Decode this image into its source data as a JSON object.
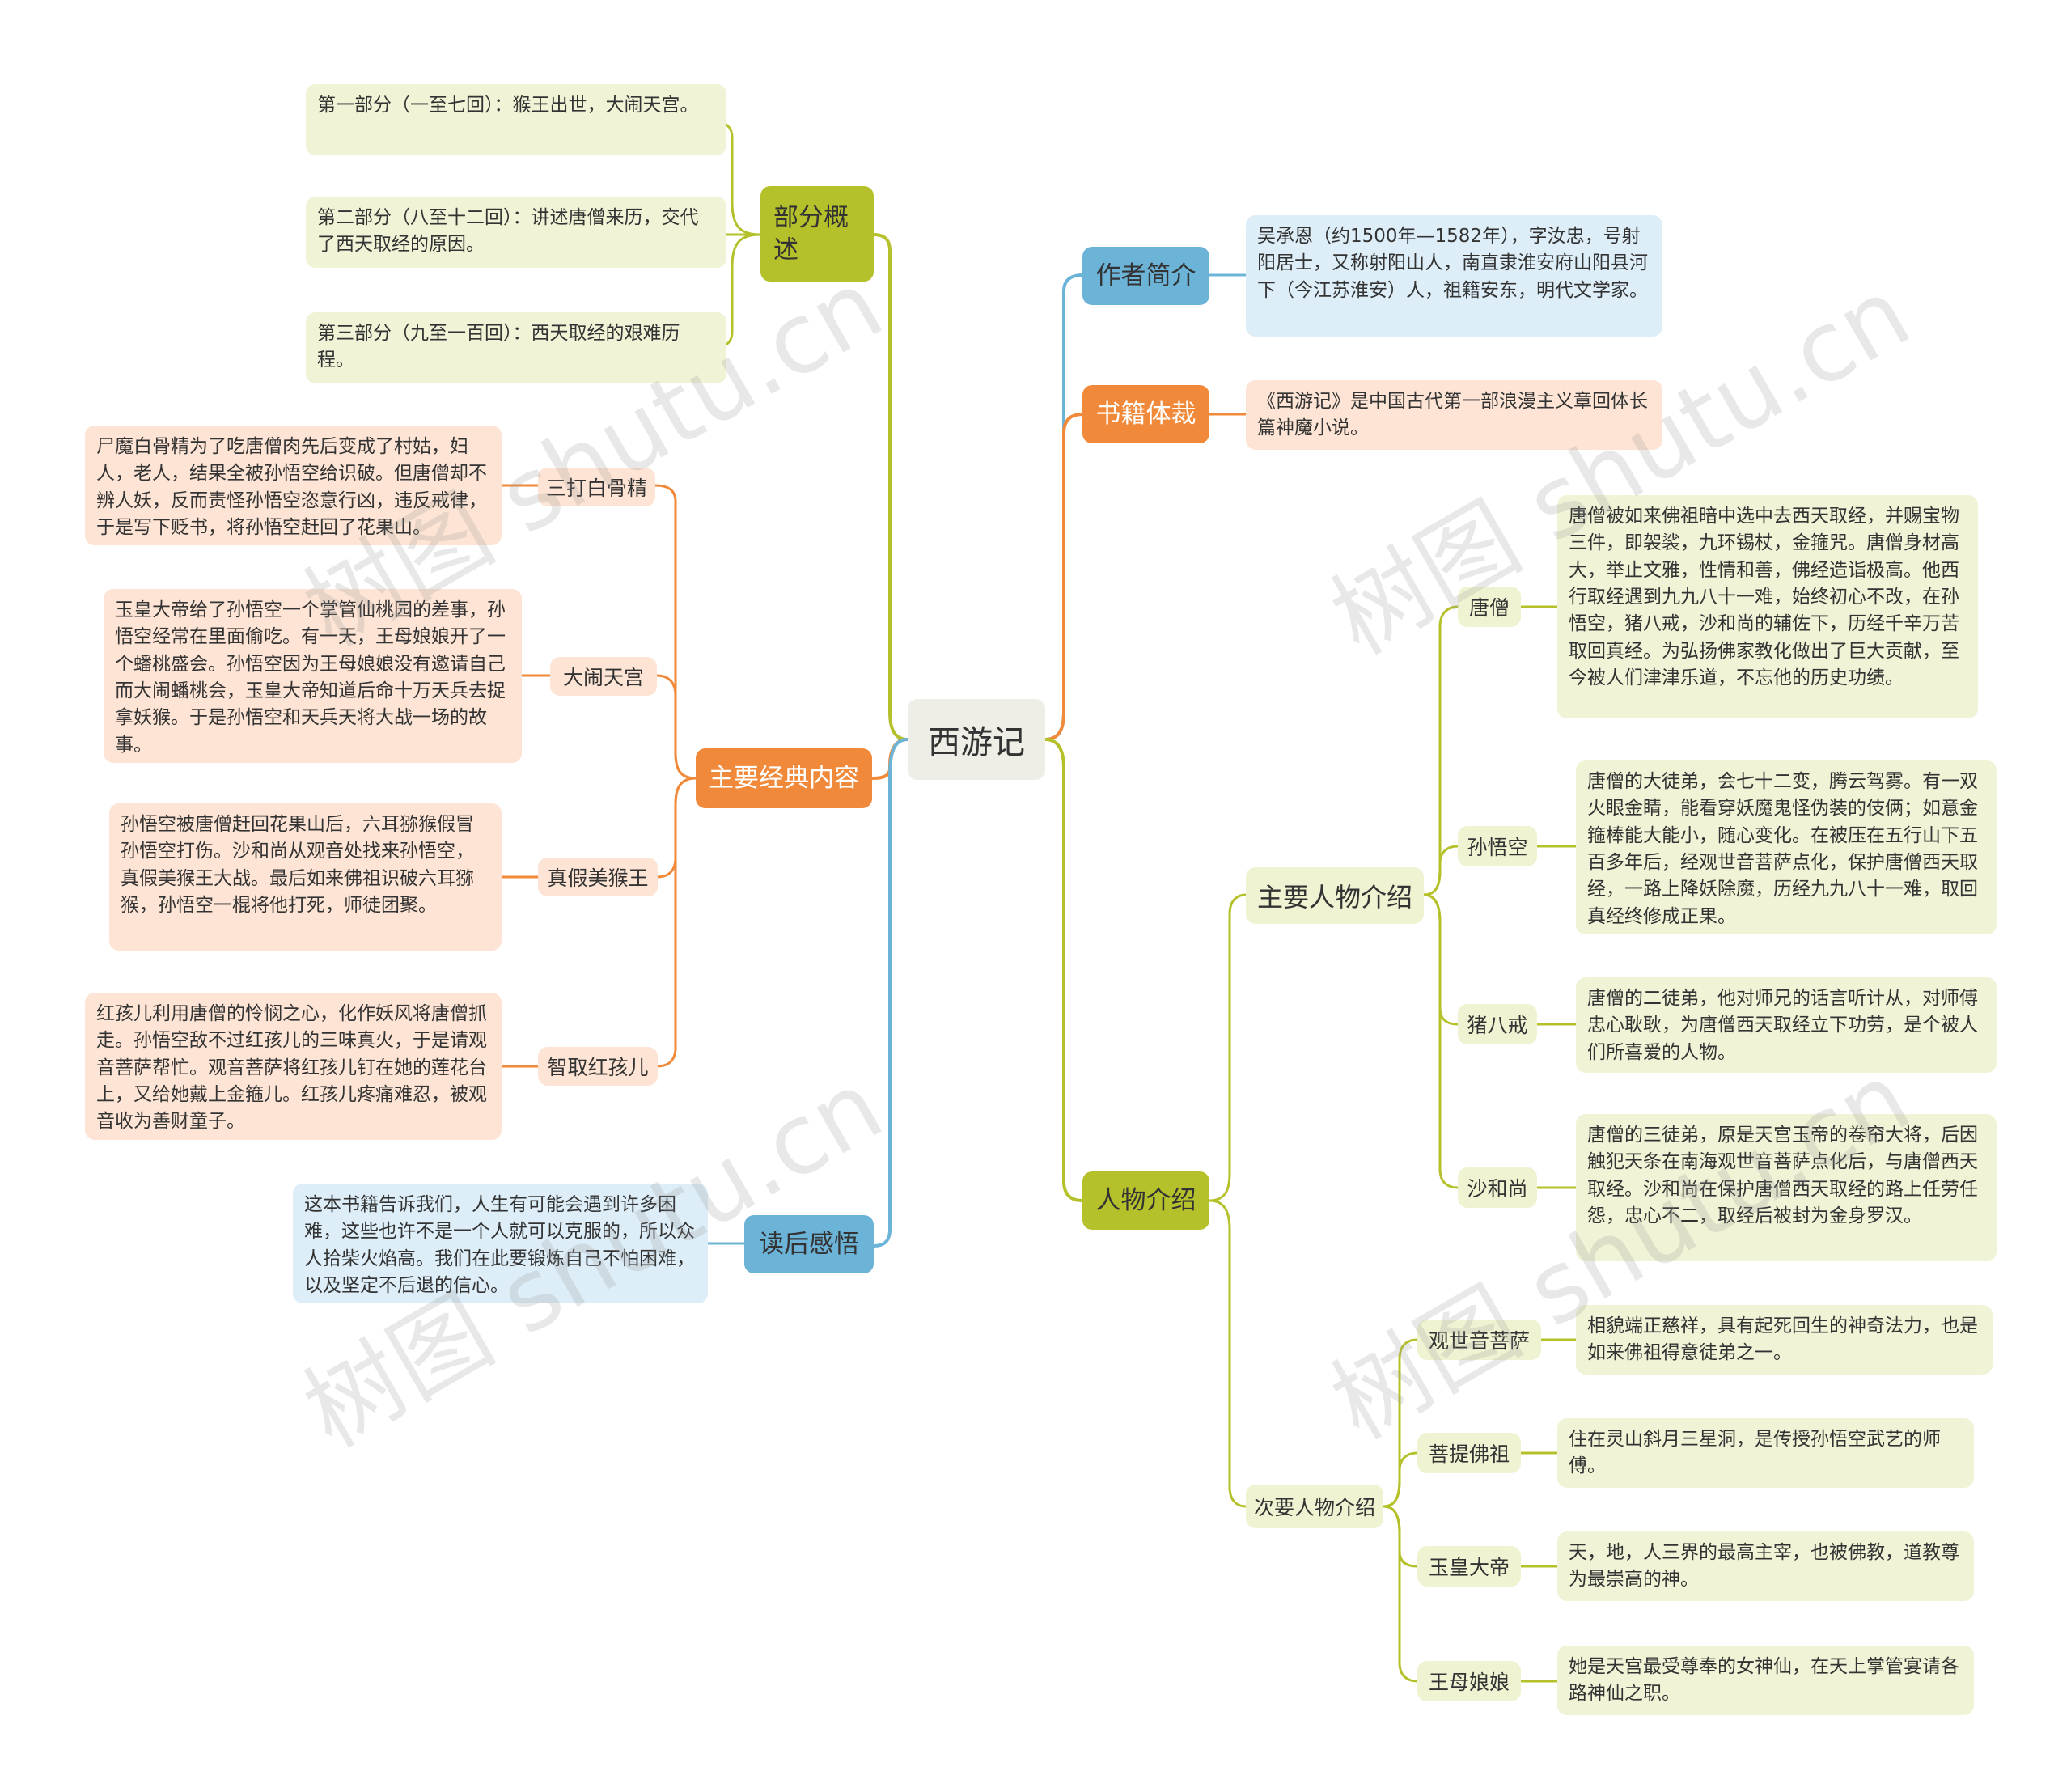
{
  "root": "西游记",
  "left": {
    "parts": {
      "label": "部分概述",
      "items": [
        "第一部分（一至七回）：猴王出世，大闹天宫。",
        "第二部分（八至十二回）：讲述唐僧来历，交代了西天取经的原因。",
        "第三部分（九至一百回）：西天取经的艰难历程。"
      ]
    },
    "classics": {
      "label": "主要经典内容",
      "items": [
        {
          "title": "三打白骨精",
          "text": "尸魔白骨精为了吃唐僧肉先后变成了村姑，妇人，老人，结果全被孙悟空给识破。但唐僧却不辨人妖，反而责怪孙悟空恣意行凶，违反戒律，于是写下贬书，将孙悟空赶回了花果山。"
        },
        {
          "title": "大闹天宫",
          "text": "玉皇大帝给了孙悟空一个掌管仙桃园的差事，孙悟空经常在里面偷吃。有一天，王母娘娘开了一个蟠桃盛会。孙悟空因为王母娘娘没有邀请自己而大闹蟠桃会，玉皇大帝知道后命十万天兵去捉拿妖猴。于是孙悟空和天兵天将大战一场的故事。"
        },
        {
          "title": "真假美猴王",
          "text": "孙悟空被唐僧赶回花果山后，六耳猕猴假冒孙悟空打伤。沙和尚从观音处找来孙悟空，真假美猴王大战。最后如来佛祖识破六耳猕猴，孙悟空一棍将他打死，师徒团聚。"
        },
        {
          "title": "智取红孩儿",
          "text": "红孩儿利用唐僧的怜悯之心，化作妖风将唐僧抓走。孙悟空敌不过红孩儿的三味真火，于是请观音菩萨帮忙。观音菩萨将红孩儿钉在她的莲花台上，又给她戴上金箍儿。红孩儿疼痛难忍，被观音收为善财童子。"
        }
      ]
    },
    "reflection": {
      "label": "读后感悟",
      "text": "这本书籍告诉我们，人生有可能会遇到许多困难，这些也许不是一个人就可以克服的，所以众人拾柴火焰高。我们在此要锻炼自己不怕困难，以及坚定不后退的信心。"
    }
  },
  "right": {
    "author": {
      "label": "作者简介",
      "text": "吴承恩（约1500年—1582年），字汝忠，号射阳居士，又称射阳山人，南直隶淮安府山阳县河下（今江苏淮安）人，祖籍安东，明代文学家。"
    },
    "genre": {
      "label": "书籍体裁",
      "text": "《西游记》是中国古代第一部浪漫主义章回体长篇神魔小说。"
    },
    "characters": {
      "label": "人物介绍",
      "main": {
        "label": "主要人物介绍",
        "items": [
          {
            "name": "唐僧",
            "text": "唐僧被如来佛祖暗中选中去西天取经，并赐宝物三件，即袈裟，九环锡杖，金箍咒。唐僧身材高大，举止文雅，性情和善，佛经造诣极高。他西行取经遇到九九八十一难，始终初心不改，在孙悟空，猪八戒，沙和尚的辅佐下，历经千辛万苦取回真经。为弘扬佛家教化做出了巨大贡献，至今被人们津津乐道，不忘他的历史功绩。"
          },
          {
            "name": "孙悟空",
            "text": "唐僧的大徒弟，会七十二变，腾云驾雾。有一双火眼金睛，能看穿妖魔鬼怪伪装的伎俩；如意金箍棒能大能小，随心变化。在被压在五行山下五百多年后，经观世音菩萨点化，保护唐僧西天取经，一路上降妖除魔，历经九九八十一难，取回真经终修成正果。"
          },
          {
            "name": "猪八戒",
            "text": "唐僧的二徒弟，他对师兄的话言听计从，对师傅忠心耿耿，为唐僧西天取经立下功劳，是个被人们所喜爱的人物。"
          },
          {
            "name": "沙和尚",
            "text": "唐僧的三徒弟，原是天宫玉帝的卷帘大将，后因触犯天条在南海观世音菩萨点化后，与唐僧西天取经。沙和尚在保护唐僧西天取经的路上任劳任怨，忠心不二，取经后被封为金身罗汉。"
          }
        ]
      },
      "secondary": {
        "label": "次要人物介绍",
        "items": [
          {
            "name": "观世音菩萨",
            "text": "相貌端正慈祥，具有起死回生的神奇法力，也是如来佛祖得意徒弟之一。"
          },
          {
            "name": "菩提佛祖",
            "text": "住在灵山斜月三星洞，是传授孙悟空武艺的师傅。"
          },
          {
            "name": "玉皇大帝",
            "text": "天，地，人三界的最高主宰，也被佛教，道教尊为最崇高的神。"
          },
          {
            "name": "王母娘娘",
            "text": "她是天宫最受尊奉的女神仙，在天上掌管宴请各路神仙之职。"
          }
        ]
      }
    }
  },
  "watermark": "树图 shutu.cn",
  "colors": {
    "green": "#b5c12a",
    "orange": "#f08a3a",
    "blue": "#6cb3d8",
    "center_bg": "#eeeee6"
  }
}
